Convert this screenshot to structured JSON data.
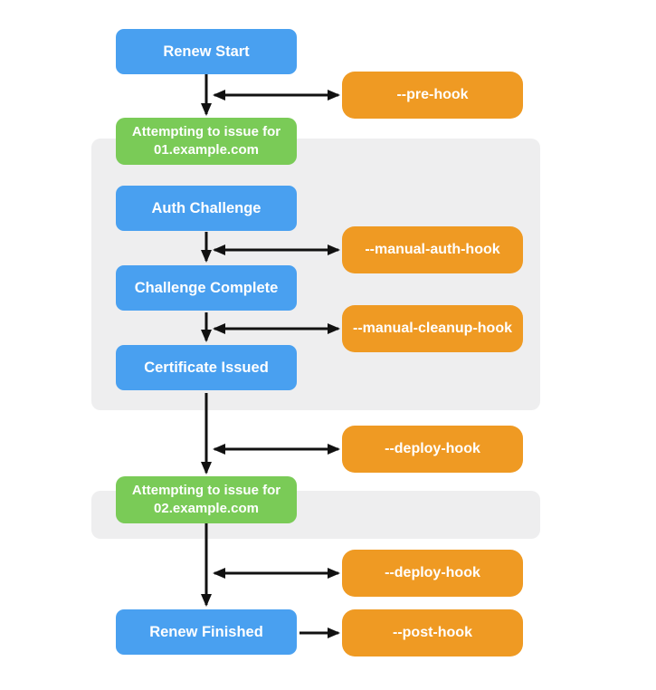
{
  "colors": {
    "state_blue": "#49A0F0",
    "domain_green": "#7ACB57",
    "hook_orange": "#EF9A23",
    "panel_gray": "#EEEEEF",
    "arrow_black": "#111111"
  },
  "nodes": {
    "renew_start": {
      "label": "Renew Start"
    },
    "pre_hook": {
      "label": "--pre-hook"
    },
    "issue_01": {
      "line1": "Attempting to issue for",
      "line2": "01.example.com"
    },
    "auth_challenge": {
      "label": "Auth Challenge"
    },
    "manual_auth_hook": {
      "label": "--manual-auth-hook"
    },
    "challenge_complete": {
      "label": "Challenge Complete"
    },
    "manual_cleanup_hook": {
      "label": "--manual-cleanup-hook"
    },
    "certificate_issued": {
      "label": "Certificate Issued"
    },
    "deploy_hook_1": {
      "label": "--deploy-hook"
    },
    "issue_02": {
      "line1": "Attempting to issue for",
      "line2": "02.example.com"
    },
    "deploy_hook_2": {
      "label": "--deploy-hook"
    },
    "renew_finished": {
      "label": "Renew Finished"
    },
    "post_hook": {
      "label": "--post-hook"
    }
  }
}
